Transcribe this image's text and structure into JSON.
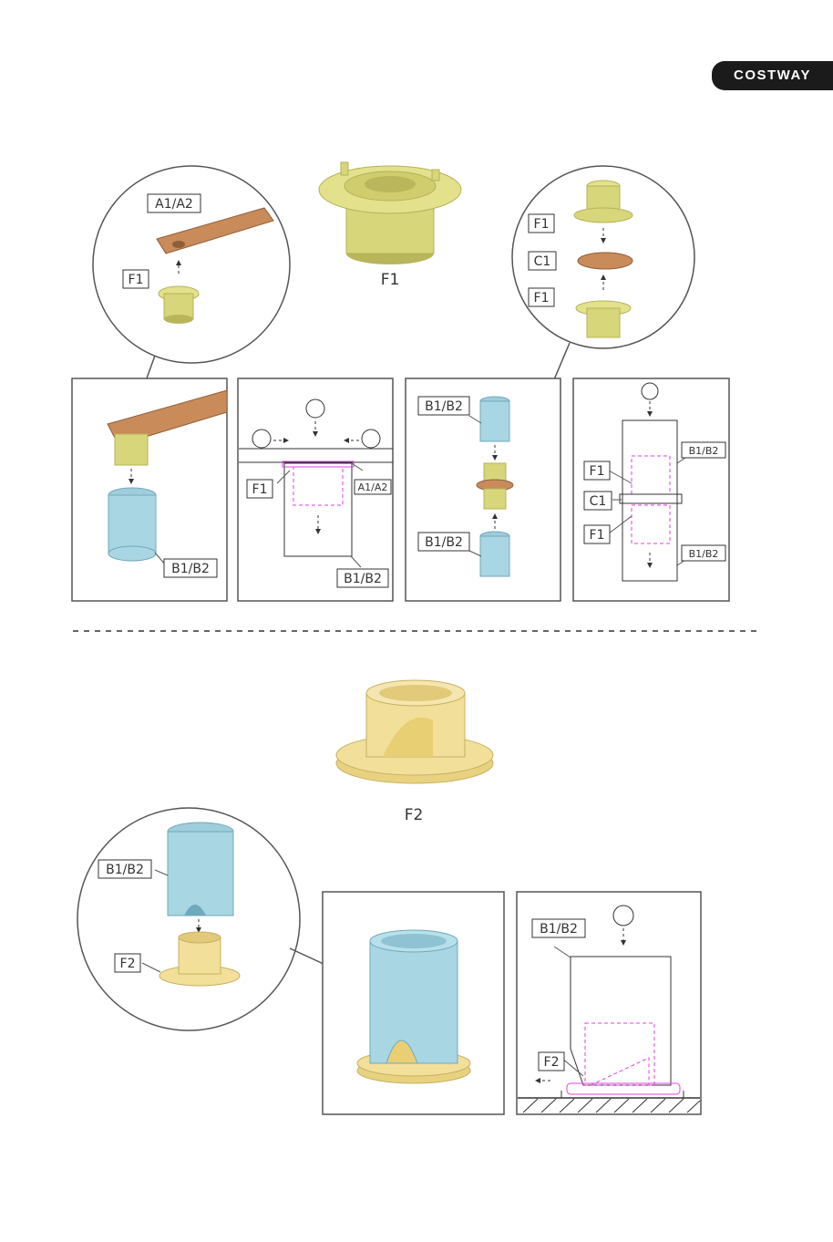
{
  "brand": {
    "logo_text": "COSTWAY"
  },
  "parts": {
    "f1": "F1",
    "f2": "F2",
    "a1a2": "A1/A2",
    "b1b2": "B1/B2",
    "c1": "C1"
  },
  "colors": {
    "yellow": "#d8d67a",
    "orange": "#c98b5a",
    "blue": "#a9d6e3",
    "cream": "#f2df9a",
    "magenta": "#e040e0"
  }
}
